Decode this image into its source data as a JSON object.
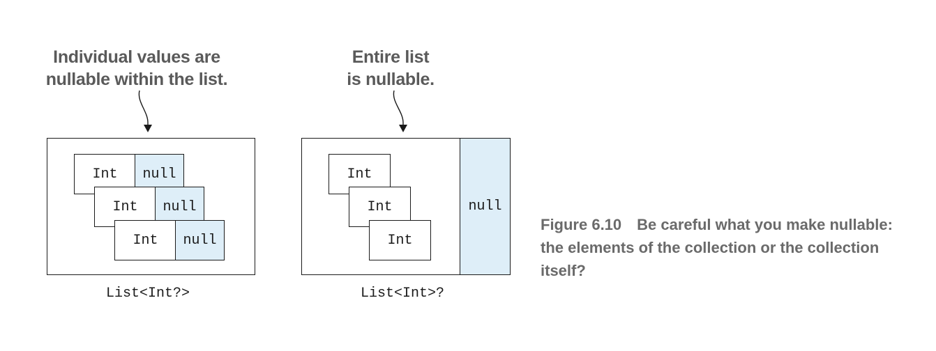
{
  "left_diagram": {
    "callout": [
      "Individual values are",
      "nullable within the list."
    ],
    "rows": [
      {
        "element": "Int",
        "null": "null"
      },
      {
        "element": "Int",
        "null": "null"
      },
      {
        "element": "Int",
        "null": "null"
      }
    ],
    "type_label": "List<Int?>"
  },
  "right_diagram": {
    "callout": [
      "Entire list",
      "is nullable."
    ],
    "rows": [
      {
        "element": "Int"
      },
      {
        "element": "Int"
      },
      {
        "element": "Int"
      }
    ],
    "null_label": "null",
    "type_label": "List<Int>?"
  },
  "caption": {
    "figure_number": "Figure 6.10",
    "text": "Be careful what you make nullable: the elements of the collection or the collection itself?"
  },
  "colors": {
    "null_fill": "#deeef8",
    "outline": "#1a1a1a",
    "callout_text": "#5a5a5a",
    "caption_text": "#6a6a6a"
  }
}
